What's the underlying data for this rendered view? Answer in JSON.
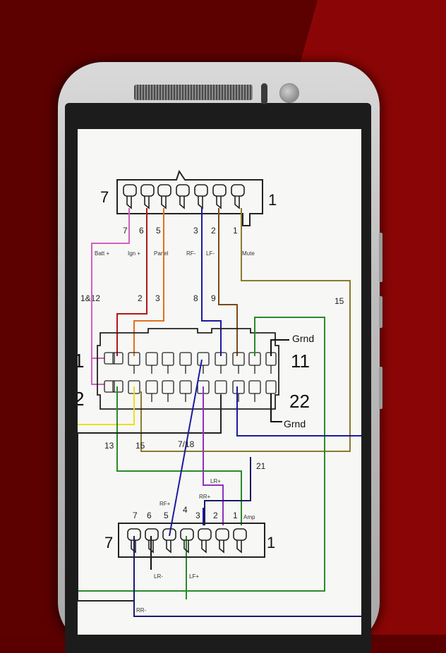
{
  "diagram": {
    "top_connector": {
      "left_number": "7",
      "right_number": "1",
      "pins": [
        "7",
        "6",
        "5",
        "3",
        "2",
        "1"
      ],
      "labels": [
        "Batt +",
        "Ign +",
        "Panel",
        "RF-",
        "LF-",
        "Mute"
      ]
    },
    "mid_labels": [
      "1&12",
      "2",
      "3",
      "8",
      "9",
      "15"
    ],
    "middle_connector": {
      "top_left": "1",
      "top_right": "11",
      "bottom_left": "2",
      "bottom_right": "22",
      "ground_top": "Grnd",
      "ground_bottom": "Grnd"
    },
    "lower_labels": [
      "13",
      "15",
      "7/18",
      "21",
      "LR+",
      "RR+",
      "RF+"
    ],
    "bottom_connector": {
      "left_number": "7",
      "right_number": "1",
      "pins": [
        "7",
        "6",
        "5",
        "4",
        "3",
        "2",
        "1"
      ],
      "amp_label": "Amp",
      "labels": [
        "LR-",
        "LF+",
        "RR-"
      ]
    }
  },
  "colors": {
    "background": "#7d0000",
    "wire_pink": "#d060c0",
    "wire_red": "#b01818",
    "wire_orange": "#e07020",
    "wire_blue": "#1a1aa0",
    "wire_brown": "#7a4a18",
    "wire_olive": "#8a7a30",
    "wire_green": "#2a8a2a",
    "wire_yellow": "#e8e020",
    "wire_purple": "#9030c0"
  }
}
